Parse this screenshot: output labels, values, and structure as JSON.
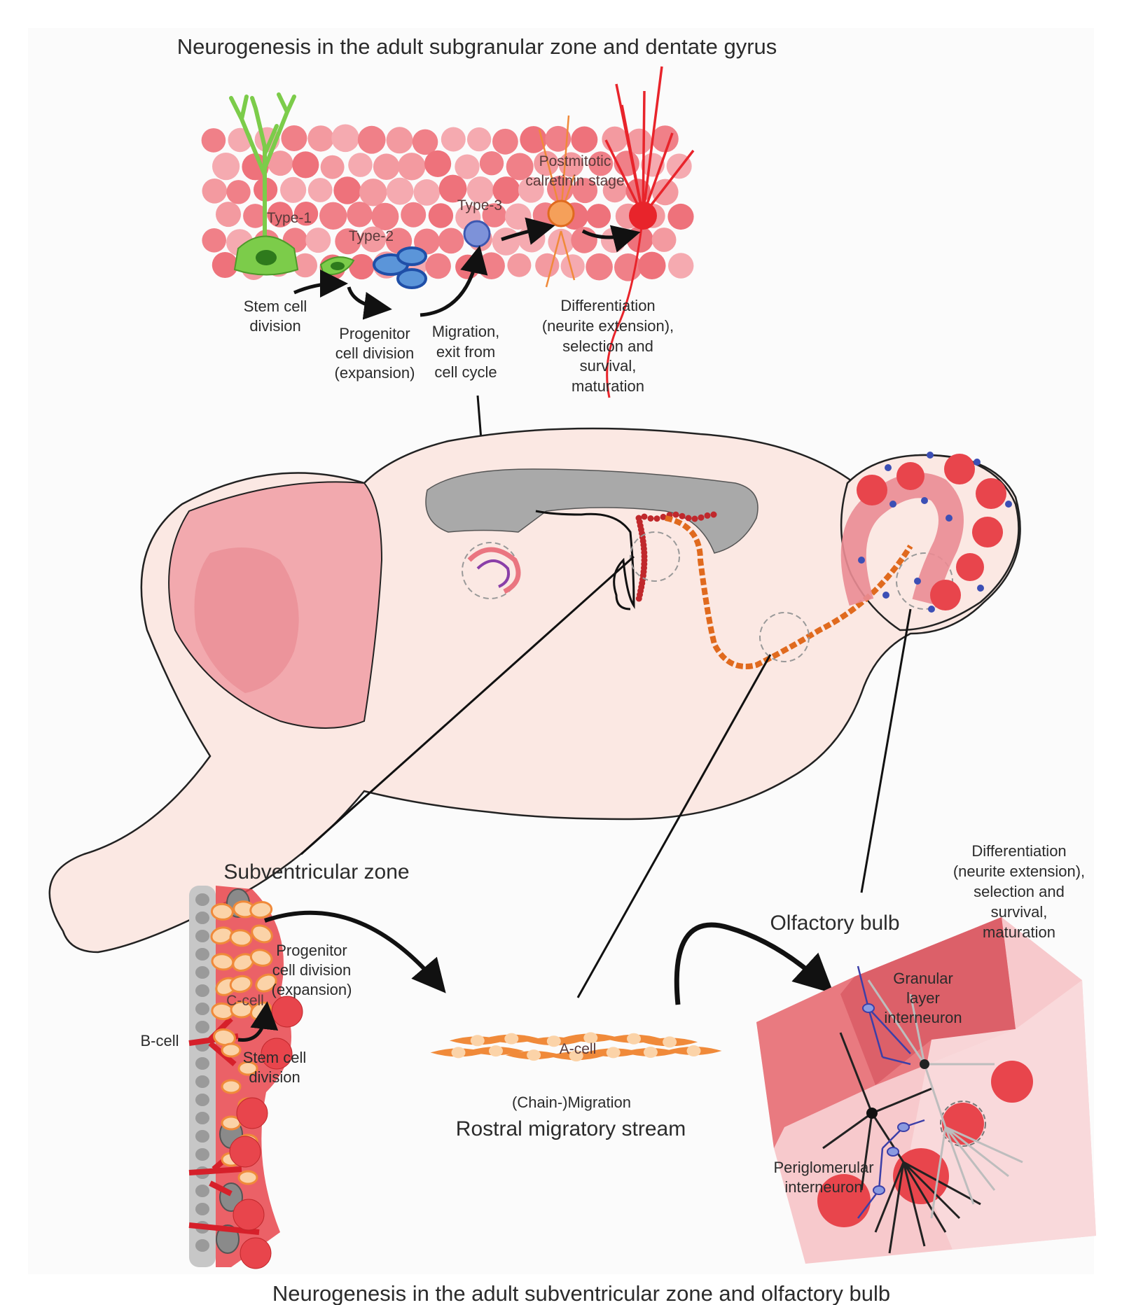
{
  "figure": {
    "top_title": "Neurogenesis in the adult subgranular zone and dentate gyrus",
    "bottom_title": "Neurogenesis in the adult subventricular zone and olfactory bulb"
  },
  "dentate": {
    "cells": {
      "type1": "Type-1",
      "type2": "Type-2",
      "type3": "Type-3",
      "postmitotic_line1": "Postmitotic",
      "postmitotic_line2": "calretinin stage"
    },
    "steps": {
      "stem_line1": "Stem cell",
      "stem_line2": "division",
      "progenitor_line1": "Progenitor",
      "progenitor_line2": "cell division",
      "progenitor_line3": "(expansion)",
      "migration_line1": "Migration,",
      "migration_line2": "exit from",
      "migration_line3": "cell cycle",
      "diff_line1": "Differentiation",
      "diff_line2": "(neurite extension),",
      "diff_line3": "selection and",
      "diff_line4": "survival,",
      "diff_line5": "maturation"
    }
  },
  "svz": {
    "title": "Subventricular zone",
    "b_cell": "B-cell",
    "c_cell": "C-cell",
    "progenitor_line1": "Progenitor",
    "progenitor_line2": "cell division",
    "progenitor_line3": "(expansion)",
    "stem_line1": "Stem cell",
    "stem_line2": "division"
  },
  "rms": {
    "title": "Rostral migratory stream",
    "a_cell": "A-cell",
    "migration": "(Chain-)Migration"
  },
  "olfactory": {
    "title": "Olfactory bulb",
    "granular_line1": "Granular",
    "granular_line2": "layer",
    "granular_line3": "interneuron",
    "periglomerular_line1": "Periglomerular",
    "periglomerular_line2": "interneuron",
    "diff_line1": "Differentiation",
    "diff_line2": "(neurite extension),",
    "diff_line3": "selection and",
    "diff_line4": "survival,",
    "diff_line5": "maturation"
  },
  "colors": {
    "brain_fill": "#fbe8e3",
    "cortex": "#f2a9ae",
    "tissue_cell": "#f08088",
    "type1_green": "#7ccc4a",
    "blue_cell": "#3b6fc6",
    "orange_cell": "#f08a3a",
    "red_neuron": "#e8242b",
    "ventricle_grey": "#a9a9a9"
  }
}
